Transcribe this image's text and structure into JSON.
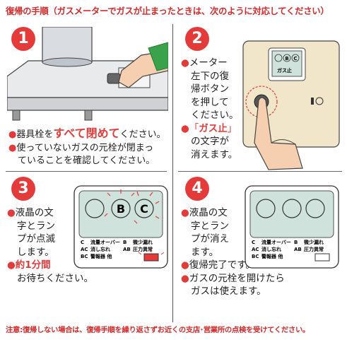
{
  "title": "復帰の手順（ガスメーターでガスが止まったときは、次のように対応してください）",
  "footer": "注意:復帰しない場合は、復帰手順を繰り返さずお近くの支店･営業所の点検を受けてください。",
  "colors": {
    "accent": "#e43a3a",
    "panel": "#cfe3dc",
    "meter_body": "#f1e6c9"
  },
  "steps": [
    {
      "number": "1",
      "lines": [
        {
          "bullet": "●",
          "before": "器具栓を",
          "emphasis": "すべて閉めて",
          "after": "ください。"
        },
        {
          "bullet": "●",
          "text": "使っていないガスの元栓が閉まっ"
        },
        {
          "text": "ていることを確認してください。"
        }
      ]
    },
    {
      "number": "2",
      "lines": [
        {
          "bullet": "●",
          "text": "メーター"
        },
        {
          "text": "左下の復"
        },
        {
          "text": "帰ボタン"
        },
        {
          "text": "を押して"
        },
        {
          "text": "ください。"
        },
        {
          "bullet": "●",
          "before": "「",
          "emphasis": "ガス止",
          "after": "」"
        },
        {
          "text": "の文字が"
        },
        {
          "text": "消えます。"
        }
      ],
      "meter_display": {
        "badges": [
          "B",
          "C"
        ],
        "text": "ガス止"
      }
    },
    {
      "number": "3",
      "lines": [
        {
          "bullet": "●",
          "text": "液晶の文"
        },
        {
          "text": "字とラン"
        },
        {
          "text": "プが点滅"
        },
        {
          "text": "します。"
        },
        {
          "bullet": "●",
          "emphasis": "約1分間"
        },
        {
          "text": "お待ちください。"
        }
      ],
      "panel": {
        "circles": [
          "",
          "B",
          "C"
        ],
        "legend": [
          {
            "code": "C",
            "label": "流量オーバー",
            "code2": "B",
            "label2": "微少漏れ"
          },
          {
            "code": "AC",
            "label": "消し忘れ",
            "code2": "AB",
            "label2": "圧力異常"
          },
          {
            "code": "BC",
            "label": "警報器 他",
            "code2": "",
            "label2": ""
          }
        ],
        "lamp": "on"
      }
    },
    {
      "number": "4",
      "lines": [
        {
          "bullet": "●",
          "text": "液晶の文"
        },
        {
          "text": "字とラン"
        },
        {
          "text": "プが消え"
        },
        {
          "text": "ます。"
        },
        {
          "bullet": "●",
          "text": "復帰完了です。"
        },
        {
          "bullet": "●",
          "text": "ガスの元栓を開けたら"
        },
        {
          "text": "ガスは使えます。"
        }
      ],
      "panel": {
        "circles": [
          "",
          "",
          ""
        ],
        "legend": [
          {
            "code": "C",
            "label": "流量オーバー",
            "code2": "B",
            "label2": "微少漏れ"
          },
          {
            "code": "AC",
            "label": "消し忘れ",
            "code2": "AB",
            "label2": "圧力異常"
          },
          {
            "code": "BC",
            "label": "警報器 他",
            "code2": "",
            "label2": ""
          }
        ],
        "lamp": "off"
      }
    }
  ]
}
